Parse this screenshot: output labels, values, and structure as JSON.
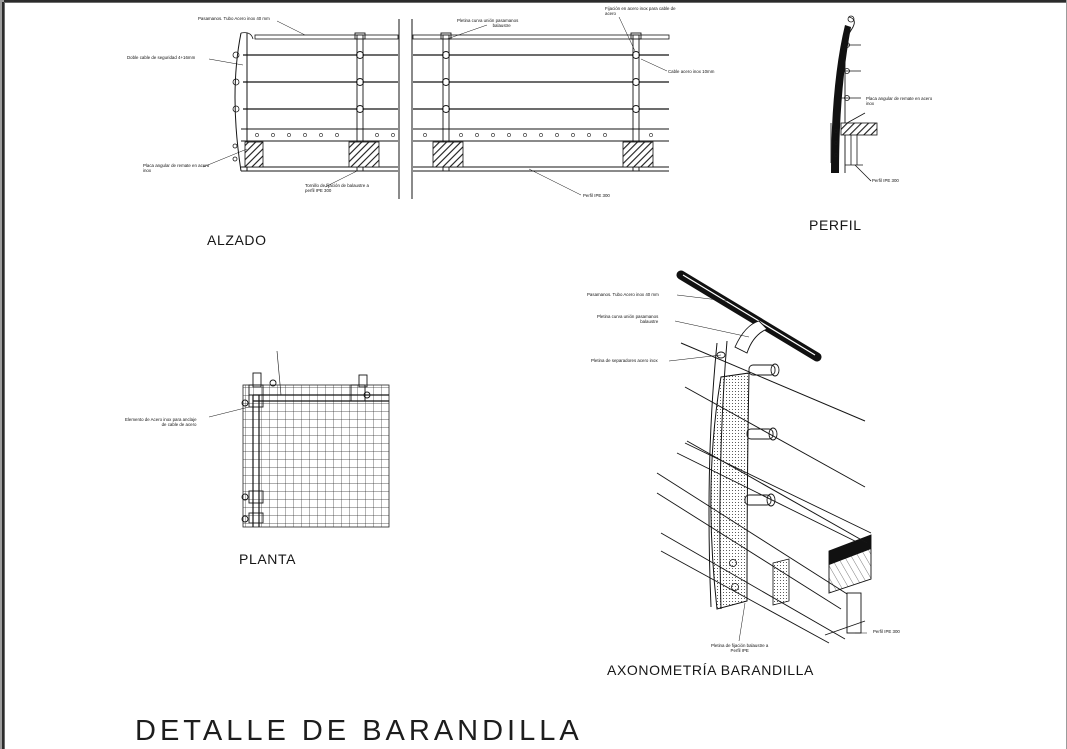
{
  "sheet": {
    "title": "DETALLE DE BARANDILLA"
  },
  "views": {
    "alzado": "ALZADO",
    "perfil": "PERFIL",
    "planta": "PLANTA",
    "axonometria": "AXONOMETRÍA BARANDILLA"
  },
  "alzado_notes": {
    "pasamanos": "Pasamanos. Tubo Acero inox 40 mm",
    "pletina_curva": [
      "Pletina curva unión pasamanos",
      "balaustre"
    ],
    "fijacion": [
      "Fijación en acero inox para cable de",
      "acero"
    ],
    "doble_cable": "Doble cable de seguridad 4+16mm",
    "cable_acero": "Cable acero inox 10mm",
    "placa_anclaje": [
      "Placa angular de remate en acero",
      "inox"
    ],
    "tornillo": [
      "Tornillo de fijación de balaustre a",
      "perfil IPE 300"
    ],
    "perfil_ipe": "Perfil IPE 300"
  },
  "perfil_notes": {
    "placa": [
      "Placa angular de remate en acero",
      "inox"
    ],
    "ipe": "Perfil IPE 300"
  },
  "planta_notes": {
    "elemento": [
      "Elemento de Acero inox para anclaje",
      "de cable de acero"
    ]
  },
  "axo_notes": {
    "pasamanos": "Pasamanos. Tubo Acero inox 40 mm",
    "pletina_curva": [
      "Pletina curva unión pasamanos",
      "balaustre"
    ],
    "pletina_sep": "Pletina de separadores acero inox",
    "pletina_fij": [
      "Pletina de fijación balaustre a",
      "Perfil IPE"
    ],
    "ipe": "Perfil IPE 300"
  }
}
